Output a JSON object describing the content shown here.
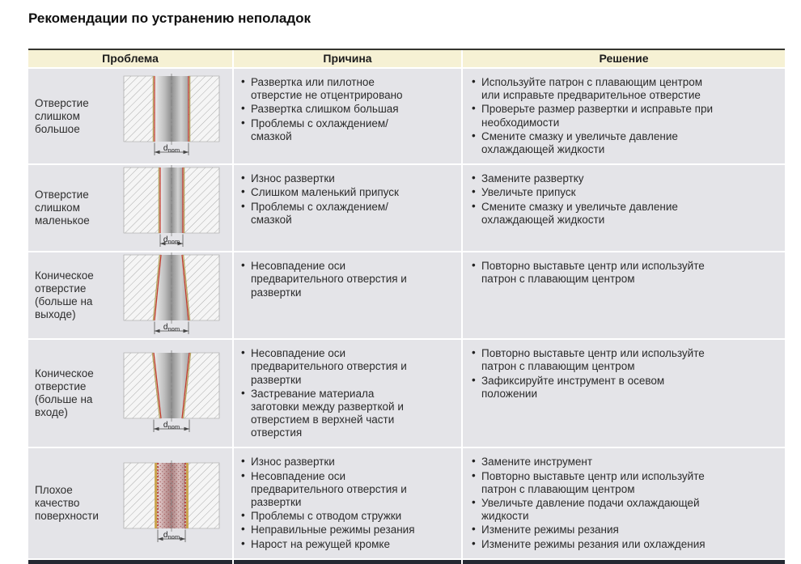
{
  "page": {
    "title": "Рекомендации по устранению неполадок"
  },
  "table": {
    "headers": [
      "Проблема",
      "Причина",
      "Решение"
    ],
    "rows": [
      {
        "problem": "Отверстие слишком большое",
        "illustration": "hole-too-large",
        "dim_label": {
          "base": "d",
          "sub": "nom"
        },
        "causes": [
          "Развертка или пилотное отверстие не отцентрировано",
          "Развертка слишком большая",
          "Проблемы с охлаждением/смазкой"
        ],
        "solutions": [
          "Используйте патрон с плавающим центром или исправьте предварительное отверстие",
          "Проверьте размер развертки и исправьте при необходимости",
          "Смените смазку и увеличьте давление охлаждающей жидкости"
        ]
      },
      {
        "problem": "Отверстие слишком маленькое",
        "illustration": "hole-too-small",
        "dim_label": {
          "base": "d",
          "sub": "nom"
        },
        "causes": [
          "Износ развертки",
          "Слишком маленький припуск",
          "Проблемы с охлаждением/смазкой"
        ],
        "solutions": [
          "Замените развертку",
          "Увеличьте припуск",
          "Смените смазку и увеличьте давление охлаждающей жидкости"
        ]
      },
      {
        "problem": "Коническое отверстие (больше на выходе)",
        "illustration": "taper-wider-at-exit",
        "dim_label": {
          "base": "d",
          "sub": "nom"
        },
        "causes": [
          "Несовпадение оси предварительного отверстия и развертки"
        ],
        "solutions": [
          "Повторно выставьте центр или используйте патрон с плавающим центром"
        ]
      },
      {
        "problem": "Коническое отверстие (больше на входе)",
        "illustration": "taper-wider-at-entrance",
        "dim_label": {
          "base": "d",
          "sub": "nom"
        },
        "causes": [
          "Несовпадение оси предварительного отверстия и развертки",
          "Застревание материала заготовки между разверткой и отверстием в верхней части отверстия"
        ],
        "solutions": [
          "Повторно выставьте центр или используйте патрон с плавающим центром",
          "Зафиксируйте инструмент в осевом положении"
        ]
      },
      {
        "problem": "Плохое качество поверхности",
        "illustration": "poor-surface-finish",
        "dim_label": {
          "base": "d",
          "sub": "nom"
        },
        "causes": [
          "Износ развертки",
          "Несовпадение оси предварительного отверстия и развертки",
          "Проблемы с отводом стружки",
          "Неправильные режимы резания",
          "Нарост на режущей кромке"
        ],
        "solutions": [
          "Замените инструмент",
          "Повторно выставьте центр или используйте патрон с плавающим центром",
          "Увеличьте давление подачи охлаждающей жидкости",
          "Измените режимы резания",
          "Измените режимы резания или охлаждения"
        ]
      }
    ]
  }
}
